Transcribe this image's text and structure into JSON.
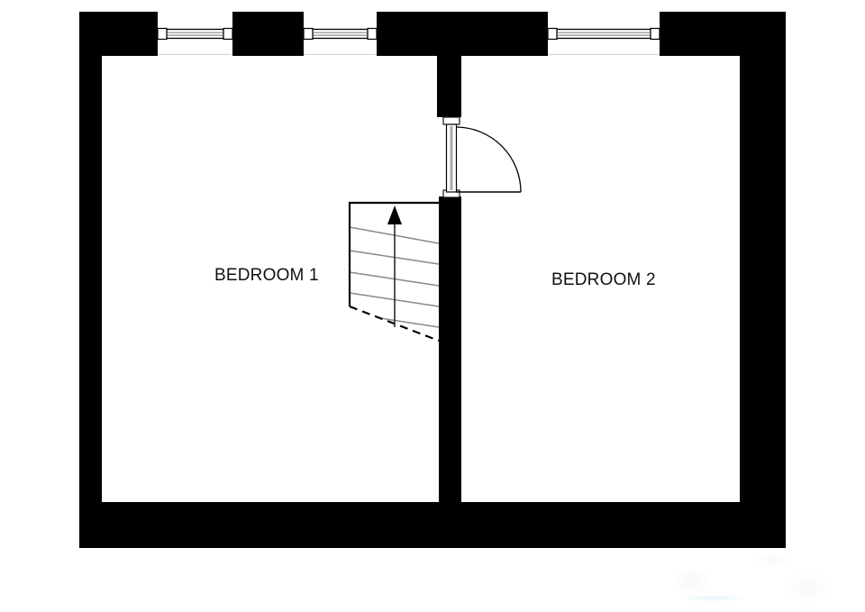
{
  "page": {
    "background_color": "#ffffff"
  },
  "floorplan": {
    "colors": {
      "wall": "#000000",
      "floor": "#ffffff",
      "tread_line": "#8a8a8a",
      "glazing_line": "#9e9e9e"
    },
    "rooms": [
      {
        "label": "BEDROOM 1"
      },
      {
        "label": "BEDROOM 2"
      }
    ],
    "windows": [
      {
        "name": "window-1"
      },
      {
        "name": "window-2"
      },
      {
        "name": "window-3"
      }
    ],
    "door": {
      "name": "quarter-swing-door"
    },
    "stairs": {
      "name": "staircase-with-up-arrow"
    }
  }
}
